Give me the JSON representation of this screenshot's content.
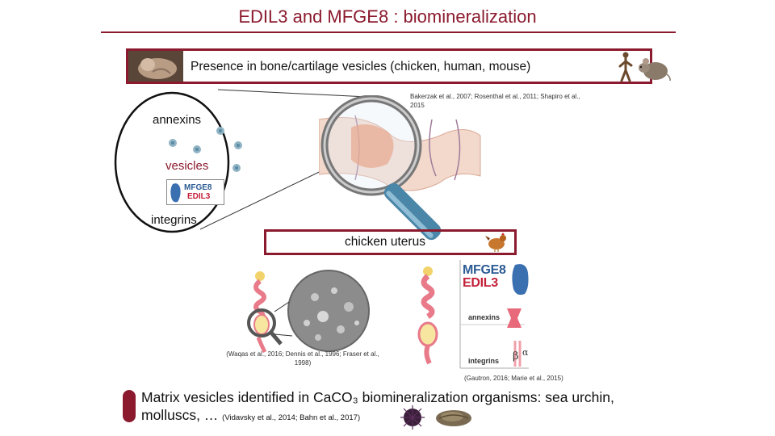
{
  "title": "EDIL3 and MFGE8 : biomineralization",
  "presence_banner": {
    "text": "Presence in bone/cartilage vesicles (chicken, human, mouse)",
    "reference": "Bakerzak et al., 2007; Rosenthal et al., 2011; Shapiro et al., 2015"
  },
  "vesicle_diagram": {
    "annexins_label": "annexins",
    "vesicles_label": "vesicles",
    "integrins_label": "integrins",
    "mfge8_label": "MFGE8",
    "edil3_label": "EDIL3"
  },
  "uterus": {
    "label": "chicken uterus",
    "reference_left": "(Waqas et al., 2016; Dennis et al., 1996; Fraser et al., 1998)",
    "reference_right": "(Gautron, 2016; Marie et al., 2015)"
  },
  "legend": {
    "mfge8": "MFGE8",
    "edil3": "EDIL3",
    "annexins": "annexins",
    "integrins": "integrins",
    "beta": "β",
    "alpha": "α"
  },
  "bottom": {
    "text": "Matrix vesicles identified in CaCO₃ biomineralization organisms: sea urchin, molluscs, …",
    "reference": "(Vidavsky et al., 2014; Bahn et al., 2017)"
  },
  "colors": {
    "accent": "#8b1a2e",
    "mfge8": "#2c5b94",
    "edil3": "#c4213a"
  }
}
